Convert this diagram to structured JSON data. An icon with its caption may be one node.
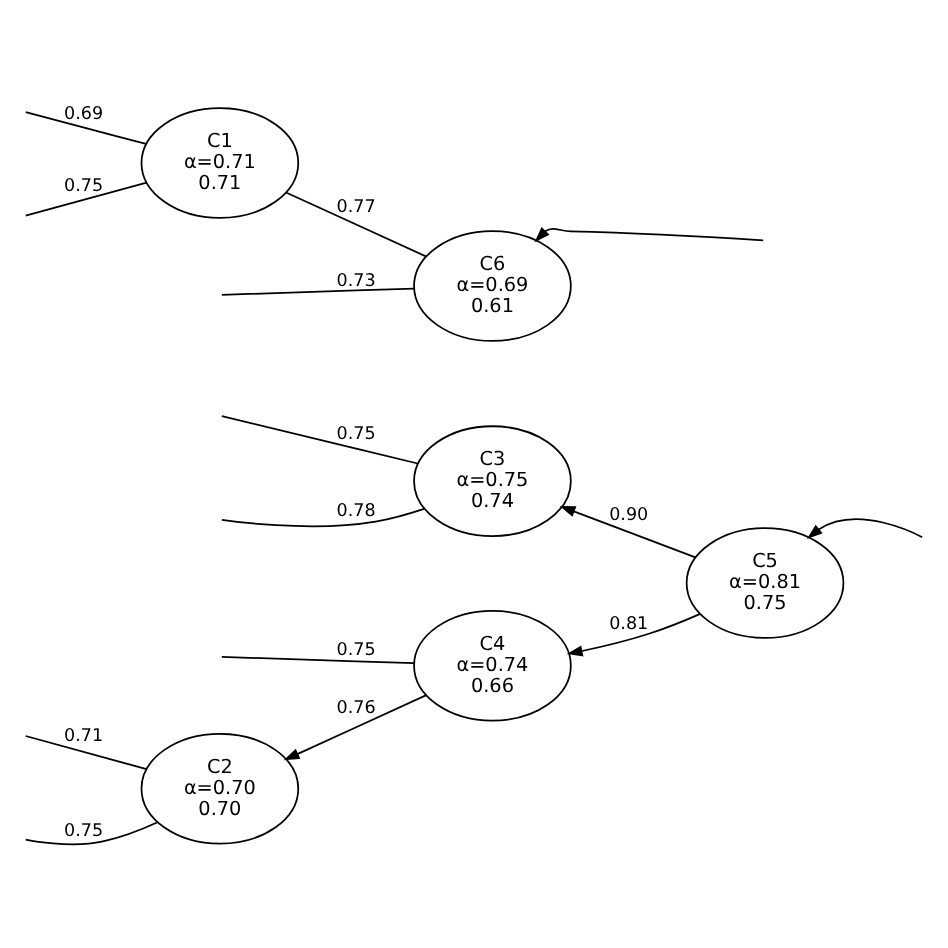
{
  "diagram": {
    "nodes": [
      {
        "text": [
          "C2",
          "α=0.70",
          "0.70"
        ]
      },
      {
        "text": [
          "C4",
          "α=0.74",
          "0.66"
        ]
      },
      {
        "text": [
          "C5",
          "α=0.81",
          "0.75"
        ]
      },
      {
        "text": [
          "C3",
          "α=0.75",
          "0.74"
        ]
      },
      {
        "text": [
          "C6",
          "α=0.69",
          "0.61"
        ]
      },
      {
        "text": [
          "C1",
          "α=0.71",
          "0.71"
        ]
      }
    ],
    "edges": [
      {
        "from": 1,
        "to": 0,
        "arrow": "to",
        "label": "0.76"
      },
      {
        "from": 2,
        "to": 1,
        "arrow": "to",
        "label": "0.81"
      },
      {
        "from": 2,
        "to": 3,
        "arrow": "to",
        "label": "0.90"
      },
      {
        "from": 4,
        "to": 5,
        "arrow": "none",
        "label": "0.77"
      },
      {
        "from": null,
        "to": 2,
        "arrow": "to"
      },
      {
        "from": null,
        "to": 4,
        "arrow": "to"
      },
      {
        "from": 0,
        "to": null,
        "arrow": "none",
        "label": "0.75"
      },
      {
        "from": 0,
        "to": null,
        "arrow": "none",
        "label": "0.71"
      },
      {
        "from": 1,
        "to": null,
        "arrow": "none",
        "label": "0.75"
      },
      {
        "from": 3,
        "to": null,
        "arrow": "none",
        "label": "0.78"
      },
      {
        "from": 3,
        "to": null,
        "arrow": "none",
        "label": "0.75"
      },
      {
        "from": 4,
        "to": null,
        "arrow": "none",
        "label": "0.73"
      },
      {
        "from": 5,
        "to": null,
        "arrow": "none",
        "label": "0.75"
      },
      {
        "from": 5,
        "to": null,
        "arrow": "none",
        "label": "0.69"
      }
    ]
  }
}
